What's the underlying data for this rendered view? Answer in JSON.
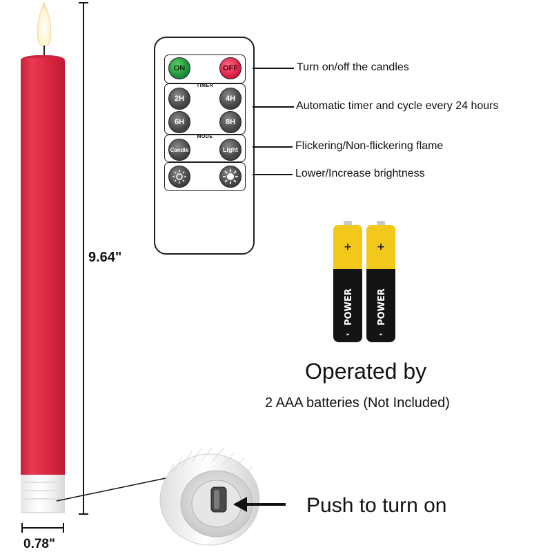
{
  "candle": {
    "height_label": "9.64\"",
    "diameter_label": "0.78\"",
    "body_color": "#dd2a44",
    "flame_color": "#fff6d6"
  },
  "remote": {
    "buttons": {
      "on": "ON",
      "off": "OFF",
      "timer_label": "TIMER",
      "t2h": "2H",
      "t4h": "4H",
      "t6h": "6H",
      "t8h": "8H",
      "mode_label": "MODE",
      "candle": "Candle",
      "light": "Light"
    }
  },
  "callouts": {
    "on_off": "Turn on/off the candles",
    "timer": "Automatic timer and cycle every 24 hours",
    "mode": "Flickering/Non-flickering flame",
    "brightness": "Lower/Increase brightness"
  },
  "batteries": {
    "brand": "POWER",
    "plus": "+",
    "minus": "-",
    "color_top": "#f2c81a",
    "color_body": "#141414"
  },
  "operated": {
    "title": "Operated by",
    "subtitle": "2 AAA batteries (Not Included)"
  },
  "switch": {
    "label": "Push to turn on"
  }
}
